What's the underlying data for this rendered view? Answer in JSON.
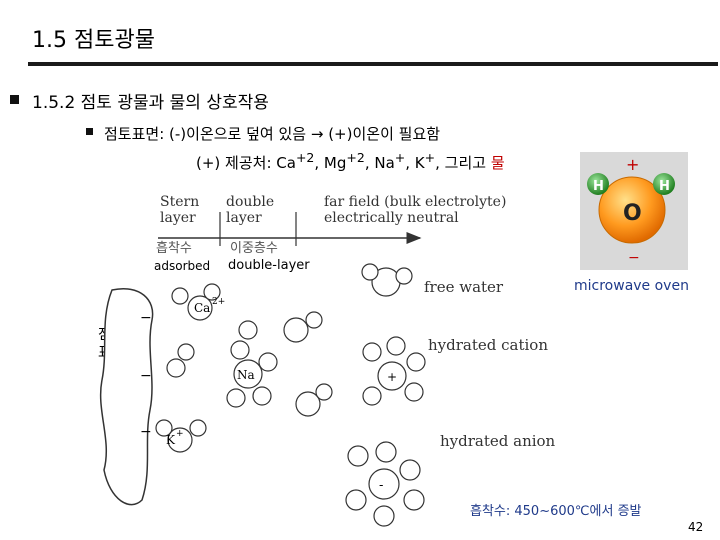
{
  "title": "1.5 점토광물",
  "subtitle": "1.5.2  점토 광물과 물의 상호작용",
  "line1": {
    "prefix": "점토표면: (-)이온으로 덮여 있음 ",
    "arrow": "→",
    "suffix": " (+)이온이 필요함"
  },
  "line2": {
    "prefix": "(+) 제공처: Ca",
    "ca_sup": "+2",
    "mid1": ", Mg",
    "mg_sup": "+2",
    "mid2": ", Na",
    "na_sup": "+",
    "mid3": ", K",
    "k_sup": "+",
    "mid4": ", 그리고 ",
    "water": "물"
  },
  "diagram": {
    "stern": [
      "Stern",
      "layer"
    ],
    "double": [
      "double",
      "layer"
    ],
    "far": [
      "far field (bulk electrolyte)",
      "electrically neutral"
    ],
    "adsorbed_kr": "흡착수",
    "doublelayer_kr": "이중층수",
    "adsorbed_en": "adsorbed",
    "doublelayer_en": "double-layer",
    "free_water": "free water",
    "hydrated_cation": "hydrated cation",
    "hydrated_anion": "hydrated anion",
    "surface_kr": [
      "점토",
      "표면"
    ],
    "ions": {
      "ca": "Ca",
      "ca_sup": "2+",
      "na": "Na",
      "k": "K",
      "k_sup": "+",
      "plus": "+",
      "minus": "-"
    }
  },
  "molecule": {
    "plus": "+",
    "minus": "−",
    "h": "H",
    "o": "O",
    "label": "microwave oven"
  },
  "evaporation": "흡착수: 450~600℃에서 증발",
  "page_number": "42",
  "colors": {
    "red": "#c00000",
    "blue": "#1f3a8a",
    "oxygen": "#ff8c1a",
    "hydrogen": "#2e9e2e"
  }
}
